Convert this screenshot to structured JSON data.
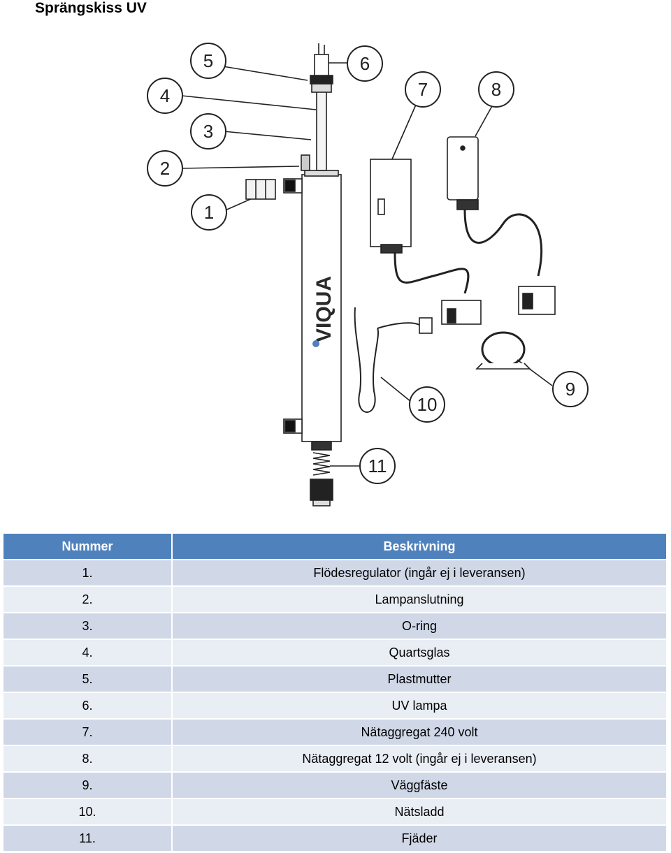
{
  "title": "Sprängskiss UV",
  "diagram": {
    "brand": "VIQUA",
    "callouts": [
      "1",
      "2",
      "3",
      "4",
      "5",
      "6",
      "7",
      "8",
      "9",
      "10",
      "11"
    ]
  },
  "table": {
    "headers": [
      "Nummer",
      "Beskrivning"
    ],
    "rows": [
      {
        "num": "1.",
        "desc": "Flödesregulator (ingår ej i leveransen)"
      },
      {
        "num": "2.",
        "desc": "Lampanslutning"
      },
      {
        "num": "3.",
        "desc": "O-ring"
      },
      {
        "num": "4.",
        "desc": "Quartsglas"
      },
      {
        "num": "5.",
        "desc": "Plastmutter"
      },
      {
        "num": "6.",
        "desc": "UV lampa"
      },
      {
        "num": "7.",
        "desc": "Nätaggregat 240 volt"
      },
      {
        "num": "8.",
        "desc": "Nätaggregat 12 volt (ingår ej i leveransen)"
      },
      {
        "num": "9.",
        "desc": "Väggfäste"
      },
      {
        "num": "10.",
        "desc": "Nätsladd"
      },
      {
        "num": "11.",
        "desc": "Fjäder"
      }
    ]
  },
  "colors": {
    "header": "#4f81bd",
    "row_odd": "#d0d8e8",
    "row_even": "#e9edf4"
  }
}
